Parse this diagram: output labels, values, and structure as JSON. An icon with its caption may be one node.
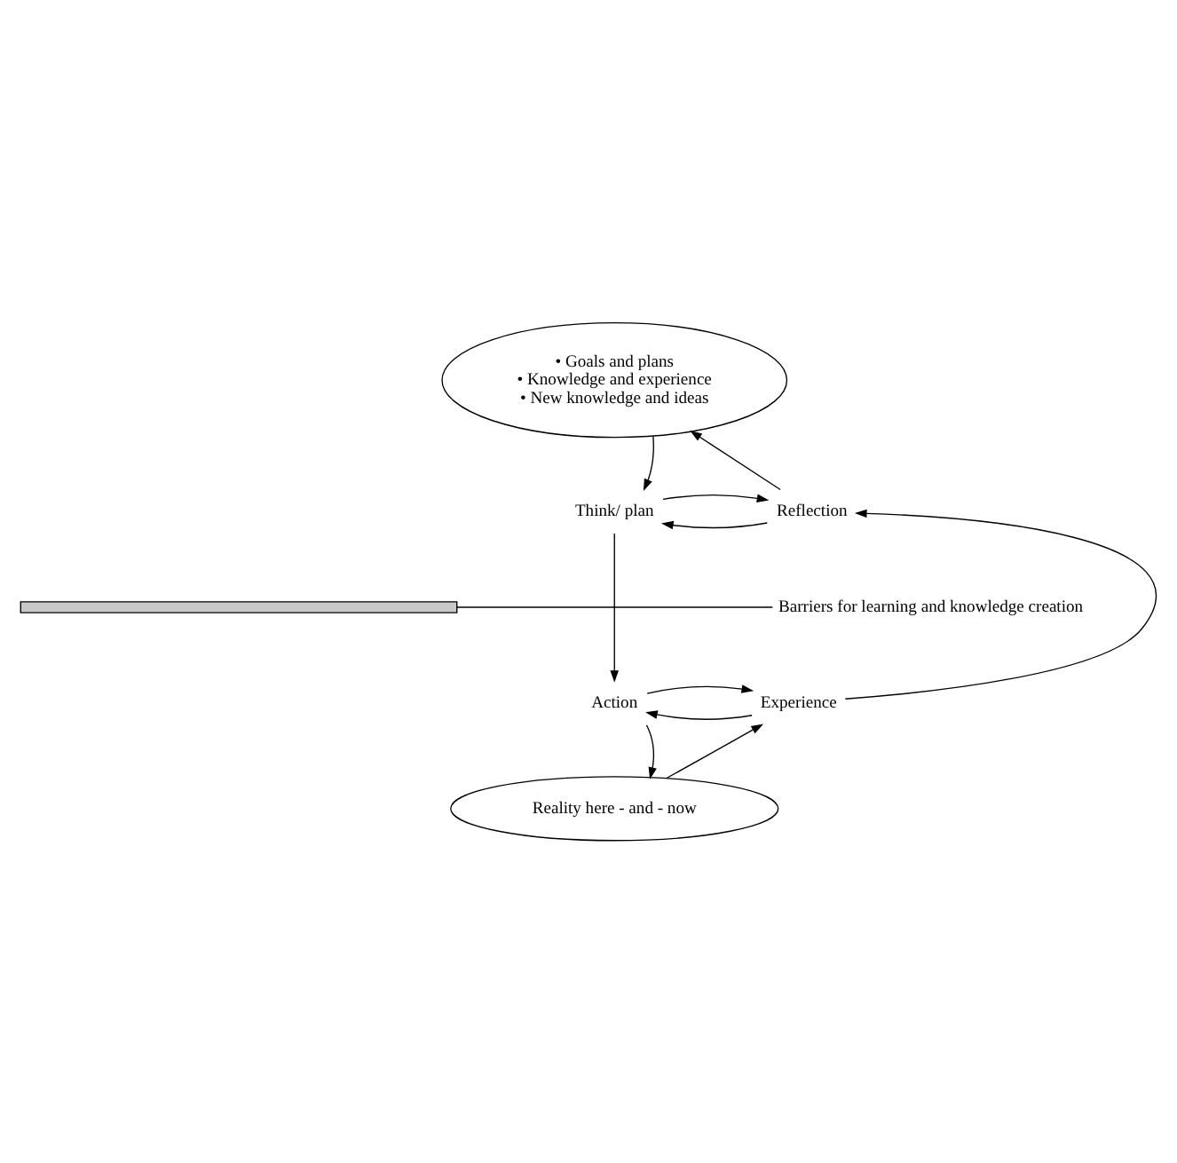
{
  "diagram": {
    "nodes": [
      {
        "text": [
          "• Goals and plans",
          "• Knowledge and experience",
          "• New knowledge and ideas"
        ]
      },
      {
        "text": [
          "Think/ plan"
        ]
      },
      {
        "text": [
          "Reflection"
        ]
      },
      {
        "text": [],
        "shape": "bar"
      },
      {
        "text": [
          "Barriers for learning and knowledge creation"
        ]
      },
      {
        "text": [
          "Action"
        ]
      },
      {
        "text": [
          "Experience"
        ]
      },
      {
        "text": [
          "Reality here - and - now"
        ]
      }
    ],
    "edges": [
      {
        "from": 0,
        "to": 1,
        "arrow": "to"
      },
      {
        "from": 2,
        "to": 0,
        "arrow": "to"
      },
      {
        "from": 2,
        "to": 1,
        "arrow": "to"
      },
      {
        "from": 1,
        "to": 2,
        "arrow": "to"
      },
      {
        "from": 1,
        "to": 5,
        "arrow": "to"
      },
      {
        "from": 6,
        "to": 2,
        "arrow": "to"
      },
      {
        "from": 6,
        "to": 5,
        "arrow": "to"
      },
      {
        "from": 5,
        "to": 6,
        "arrow": "to"
      },
      {
        "from": 5,
        "to": 7,
        "arrow": "to"
      },
      {
        "from": 7,
        "to": 6,
        "arrow": "to"
      },
      {
        "from": 4,
        "to": 3,
        "arrow": "none"
      }
    ]
  }
}
